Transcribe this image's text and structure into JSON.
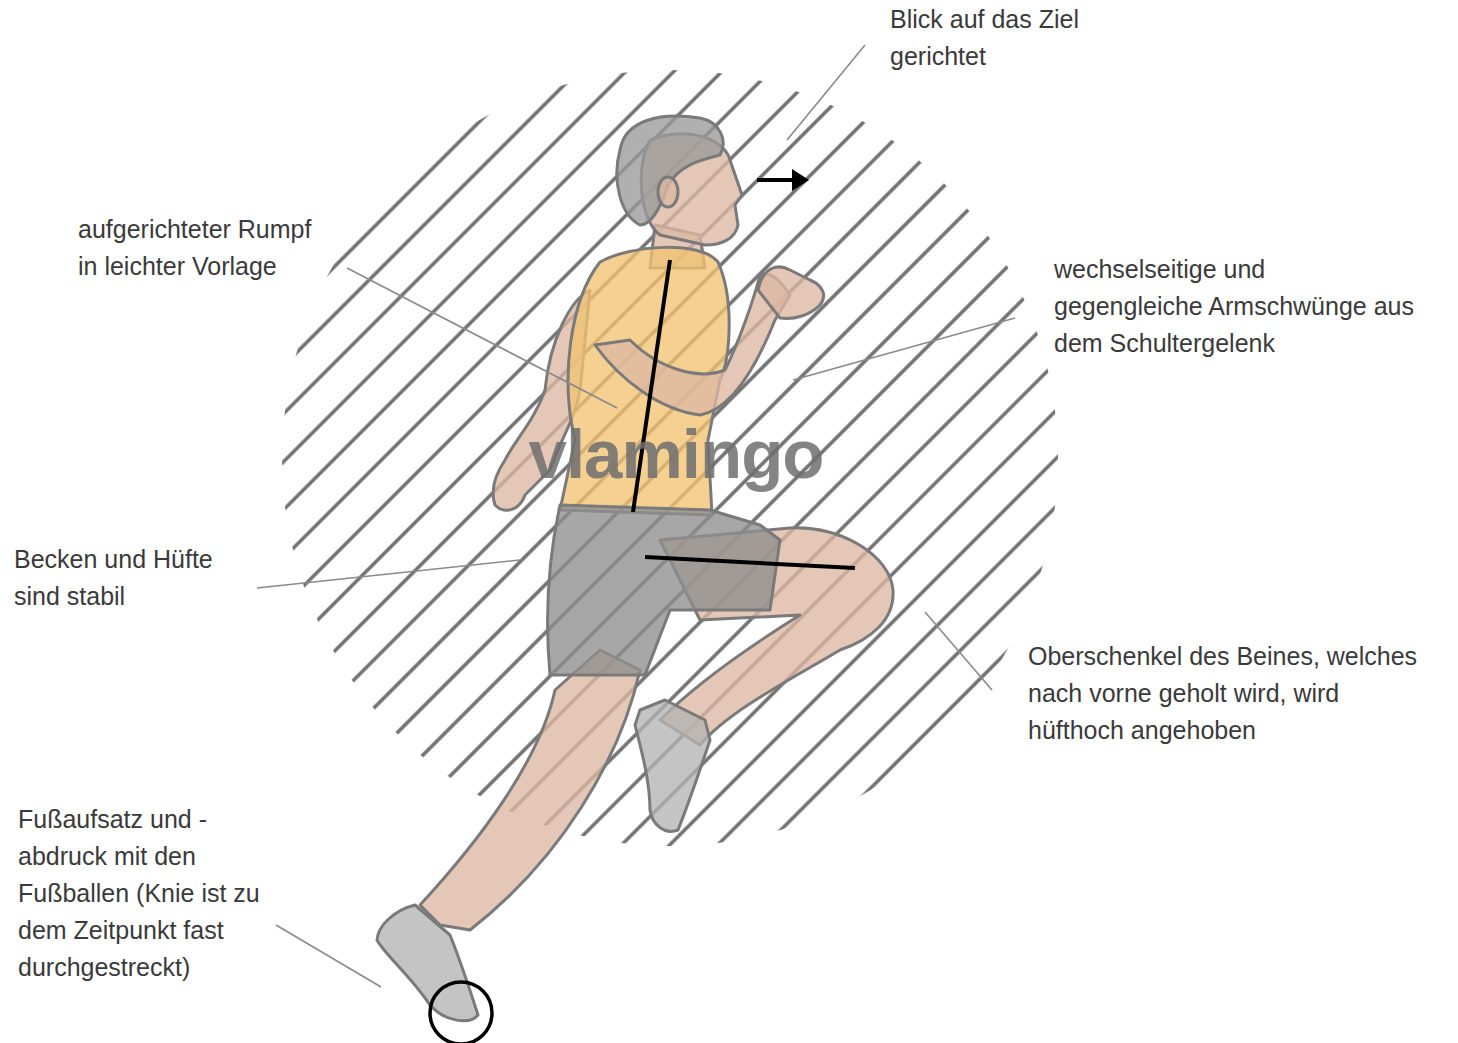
{
  "diagram": {
    "labels": [
      "Blick auf das Ziel gerichtet",
      "aufgerichteter Rumpf in leichter Vorlage",
      "wechselseitige und gegengleiche Armschwünge aus dem Schultergelenk",
      "vlamingo",
      "Becken und Hüfte sind stabil",
      "Oberschenkel des Beines, welches nach vorne geholt wird, wird hüfthoch angehoben",
      "Fußaufsatz und -abdruck mit den Fußballen (Knie ist zu dem Zeitpunkt fast durchgestreckt)"
    ]
  }
}
